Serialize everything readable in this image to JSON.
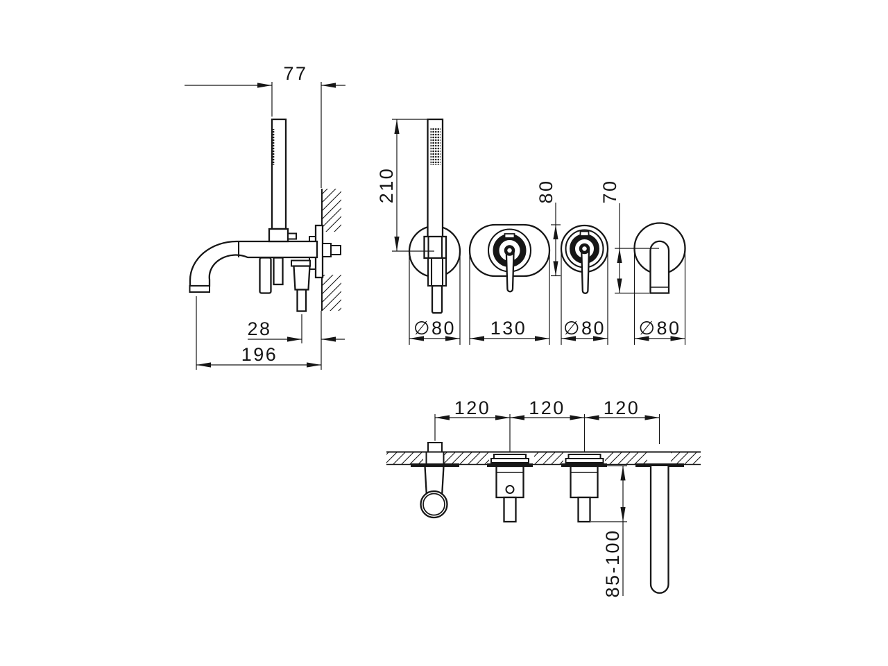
{
  "colors": {
    "line": "#161616",
    "background": "#ffffff"
  },
  "dims": {
    "d77": "77",
    "d28": "28",
    "d196": "196",
    "d210": "210",
    "d80": "80",
    "d70": "70",
    "dia80_holder": "∅80",
    "d130": "130",
    "dia80_mixer": "∅80",
    "dia80_spout": "∅80",
    "d120_1": "120",
    "d120_2": "120",
    "d120_3": "120",
    "d85_100": "85-100"
  }
}
